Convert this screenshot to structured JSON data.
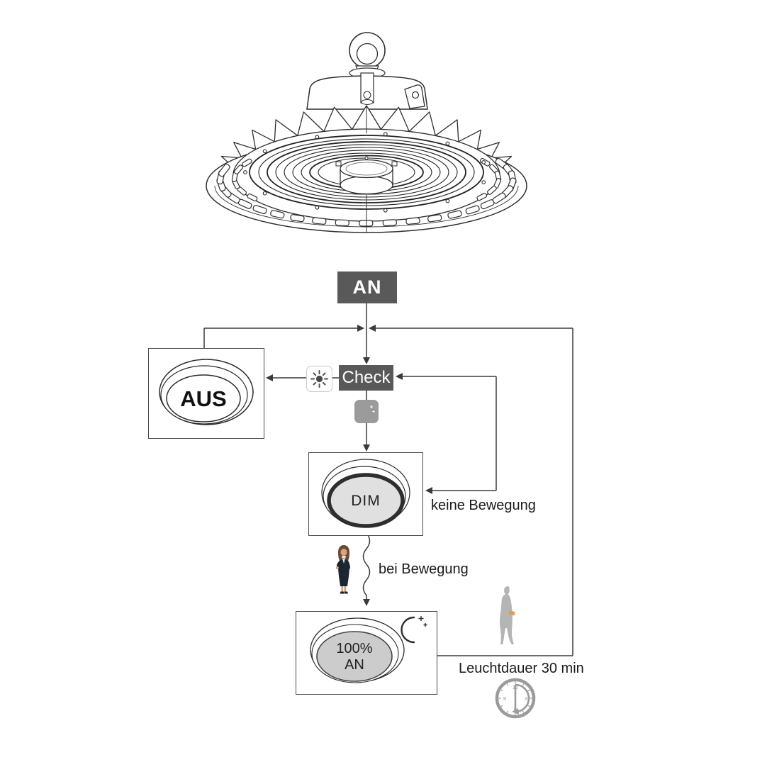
{
  "illustration": {
    "name": "ufo-highbay-led-light-line-drawing",
    "features": [
      "eyebolt-hook",
      "driver-housing",
      "mounting-bracket",
      "heatsink-fins",
      "vent-slot-ring",
      "reflector-rings",
      "motion-sensor-dome"
    ]
  },
  "flow": {
    "start": {
      "label": "AN"
    },
    "check": {
      "label": "Check"
    },
    "states": {
      "off": {
        "label": "AUS"
      },
      "dim": {
        "label": "DIM"
      },
      "on": {
        "line1": "100%",
        "line2": "AN"
      }
    },
    "labels": {
      "no_motion": "keine Bewegung",
      "motion": "bei Bewegung",
      "duration": "Leuchtdauer 30 min"
    },
    "clock": {
      "twelve": "12",
      "three": "3",
      "six": "6",
      "nine": "9"
    },
    "icons": {
      "daylight": "sun-icon",
      "darkness": "moon-icon",
      "night_mode": "crescent-moon-icon",
      "motion_person": "person-icon",
      "presence_person": "person-silhouette-icon",
      "timer": "clock-30min-icon"
    },
    "colors": {
      "box_bg": "#595959",
      "box_text": "#ffffff",
      "moon_badge_bg": "#9b9b9b",
      "line": "#3a3a3a",
      "lamp_line": "#2e2e2e",
      "dim_fill": "#e0e0e0",
      "on_fill": "#cccccc",
      "silhouette": "#b5b5b5",
      "clutch": "#d8a05f",
      "clock": "#9b9b9b"
    }
  }
}
